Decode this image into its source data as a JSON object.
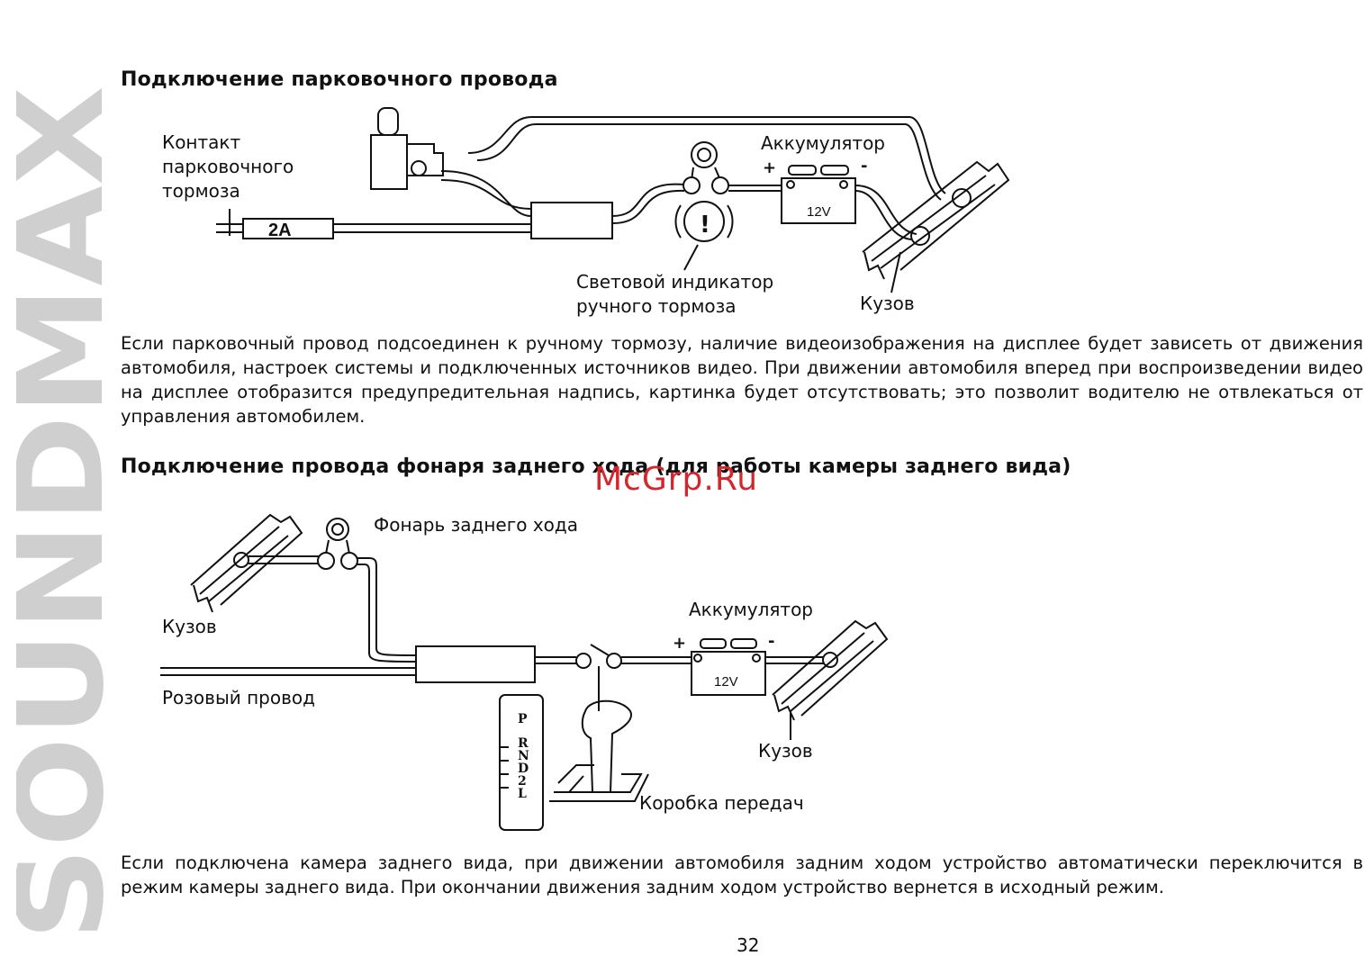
{
  "brand": "SOUNDMAX",
  "section1": {
    "title": "Подключение парковочного провода",
    "labels": {
      "brake_contact": [
        "Контакт",
        "парковочного",
        "тормоза"
      ],
      "fuse": "2A",
      "battery": "Аккумулятор",
      "battery_voltage": "12V",
      "plus": "+",
      "minus": "-",
      "indicator": [
        "Световой индикатор",
        "ручного тормоза"
      ],
      "indicator_symbol": "!",
      "body": "Кузов"
    },
    "text": "Если парковочный провод подсоединен к ручному тормозу, наличие видеоизображения на дисплее будет зависеть от движения автомобиля, настроек системы и подключенных источников видео. При движении автомобиля вперед при воспроизведении видео на дисплее отобразится предупредительная надпись, картинка будет отсутствовать; это позволит водителю не отвлекаться от управления автомобилем."
  },
  "section2": {
    "title": "Подключение провода фонаря заднего хода (для работы камеры заднего вида)",
    "labels": {
      "reverse_lamp": "Фонарь заднего хода",
      "body_left": "Кузов",
      "battery": "Аккумулятор",
      "battery_voltage": "12V",
      "plus": "+",
      "minus": "-",
      "pink_wire": "Розовый провод",
      "body_right": "Кузов",
      "gearbox": "Коробка передач",
      "gears": [
        "P",
        "R",
        "N",
        "D",
        "2",
        "L"
      ]
    },
    "text": "Если подключена камера заднего вида, при движении автомобиля задним ходом устройство автоматически переключится в режим камеры заднего вида. При окончании движения задним ходом устройство вернется в исходный режим."
  },
  "watermark": "McGrp.Ru",
  "page_number": "32",
  "colors": {
    "brand_gray": "#cfcfcf",
    "watermark_red": "#d4262c"
  }
}
